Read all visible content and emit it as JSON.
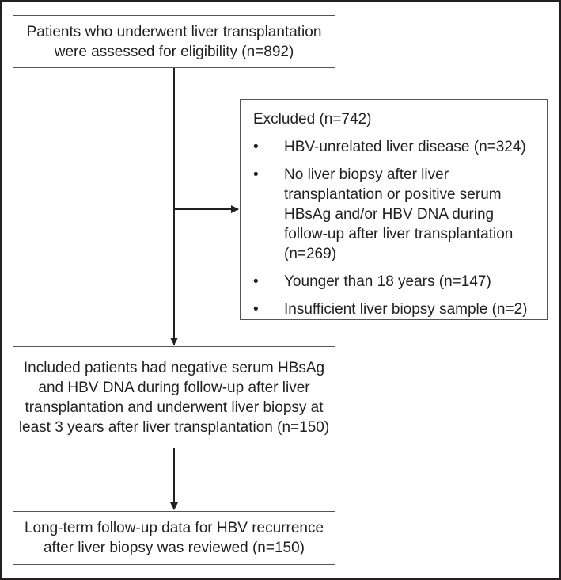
{
  "boxes": {
    "eligibility": {
      "lines": [
        "Patients who underwent liver transplantation",
        "were assessed for eligibility (n=892)"
      ]
    },
    "excluded": {
      "title": "Excluded (n=742)",
      "bullet": "•",
      "items": [
        [
          "HBV-unrelated liver disease (n=324)"
        ],
        [
          "No liver biopsy after liver",
          "transplantation or positive serum",
          "HBsAg and/or HBV DNA during",
          "follow-up after liver transplantation",
          "(n=269)"
        ],
        [
          "Younger than 18 years (n=147)"
        ],
        [
          "Insufficient liver biopsy sample (n=2)"
        ]
      ]
    },
    "included": {
      "lines": [
        "Included patients had negative serum HBsAg",
        "and HBV DNA during follow-up after liver",
        "transplantation and underwent liver biopsy at",
        "least 3 years after liver transplantation (n=150)"
      ]
    },
    "followup": {
      "lines": [
        "Long-term follow-up data for HBV recurrence",
        "after liver biopsy was reviewed (n=150)"
      ]
    }
  },
  "colors": {
    "text": "#231f20",
    "box_border": "#555555",
    "arrow": "#231f20"
  }
}
